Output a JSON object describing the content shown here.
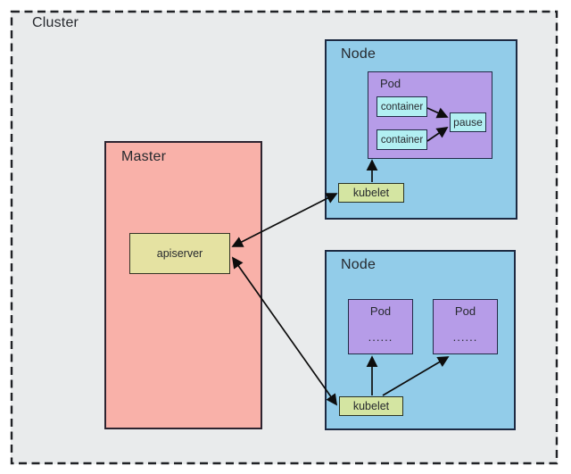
{
  "diagram": {
    "cluster": {
      "label": "Cluster"
    },
    "master": {
      "label": "Master",
      "apiserver": {
        "label": "apiserver"
      }
    },
    "node_top": {
      "label": "Node",
      "pod": {
        "label": "Pod",
        "containers": [
          "container",
          "container"
        ],
        "pause": {
          "label": "pause"
        }
      },
      "kubelet": {
        "label": "kubelet"
      }
    },
    "node_bottom": {
      "label": "Node",
      "pods": [
        {
          "label": "Pod",
          "dots": "......"
        },
        {
          "label": "Pod",
          "dots": "......"
        }
      ],
      "kubelet": {
        "label": "kubelet"
      }
    },
    "colors": {
      "cluster_bg": "#e9ebec",
      "master_bg": "#f9b1a9",
      "apiserver_bg": "#e5e2a2",
      "node_bg": "#92cce9",
      "pod_bg": "#b69ce8",
      "container_bg": "#b2eff2",
      "kubelet_bg": "#d4e5a2",
      "box_border": "#222a47",
      "arrow": "#0d0d0d"
    }
  }
}
